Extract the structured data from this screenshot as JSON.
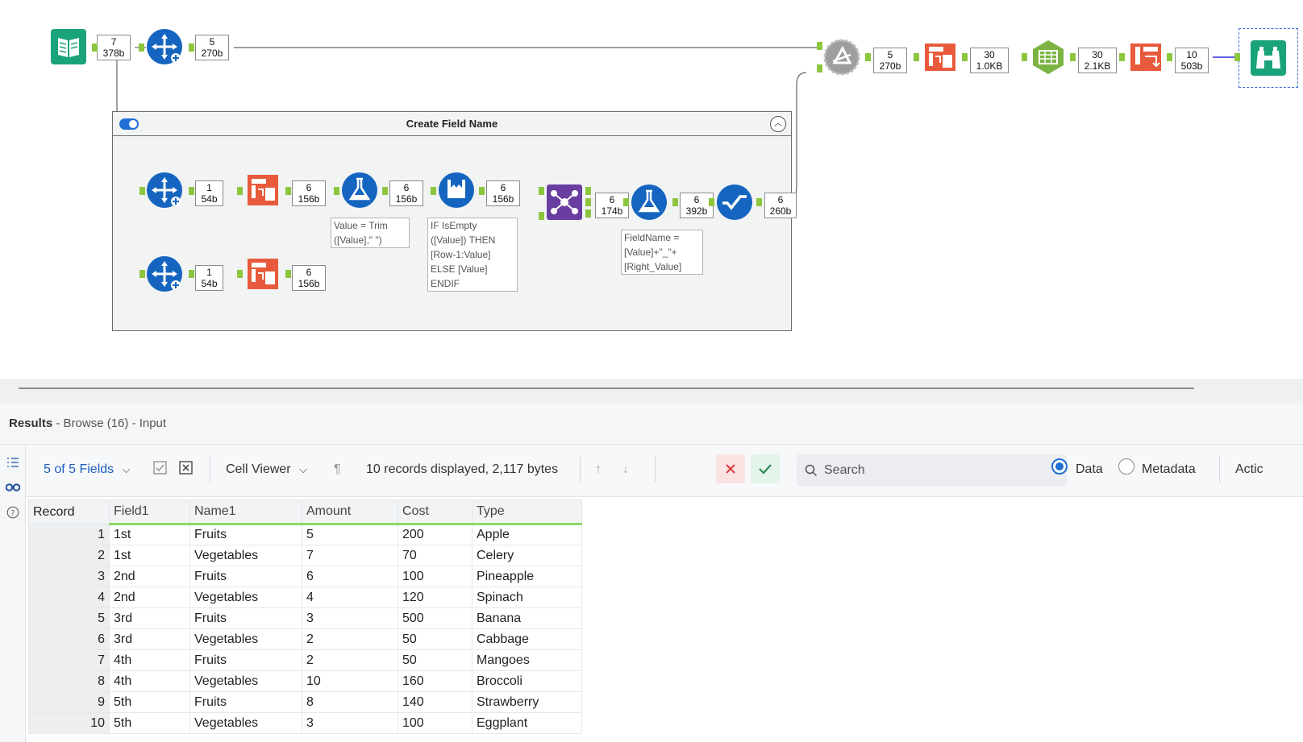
{
  "workflow": {
    "container_title": "Create Field Name",
    "badges": {
      "input": [
        "7",
        "378b"
      ],
      "select_top": [
        "5",
        "270b"
      ],
      "union": [
        "5",
        "270b"
      ],
      "crosstab": [
        "30",
        "1.0KB"
      ],
      "table": [
        "30",
        "2.1KB"
      ],
      "transpose": [
        "10",
        "503b"
      ],
      "select_a": [
        "1",
        "54b"
      ],
      "record_a": [
        "6",
        "156b"
      ],
      "formula_a": [
        "6",
        "156b"
      ],
      "multirow": [
        "6",
        "156b"
      ],
      "select_b": [
        "1",
        "54b"
      ],
      "record_b": [
        "6",
        "156b"
      ],
      "join": [
        "6",
        "174b"
      ],
      "formula_b": [
        "6",
        "392b"
      ],
      "summarize": [
        "6",
        "260b"
      ]
    },
    "notes": {
      "formula_a": "Value = Trim\n([Value],\" \")",
      "multirow": "IF IsEmpty\n([Value]) THEN\n[Row-1:Value]\nELSE [Value]\nENDIF",
      "formula_b": "FieldName =\n[Value]+\"_\"+\n[Right_Value]"
    },
    "icons": {
      "input": "book-icon",
      "select": "crosshair-move-icon",
      "union": "gear-union-icon",
      "crosstab": "crosstab-icon",
      "table": "hexagon-table-icon",
      "transpose": "transpose-icon",
      "browse": "binoculars-icon",
      "formula": "flask-icon",
      "multirow": "multirow-formula-icon",
      "join": "join-network-icon",
      "summarize": "summarize-check-icon",
      "record": "record-id-icon"
    },
    "colors": {
      "anchor": "#8cc63f",
      "blue_tool": "#1565c0",
      "red_tool": "#e85a3c",
      "green_tool": "#7cb342",
      "teal_input": "#1aa37a",
      "purple_join": "#6a3ea1",
      "union_gray": "#9e9e9e"
    }
  },
  "results": {
    "title_bold": "Results",
    "title_rest": " - Browse (16) - Input",
    "fields_selector": "5 of 5 Fields",
    "cell_viewer": "Cell Viewer",
    "records_info": "10 records displayed, 2,117 bytes",
    "search_placeholder": "Search",
    "radio_data": "Data",
    "radio_metadata": "Metadata",
    "actions_label": "Actic",
    "columns": [
      "Record",
      "Field1",
      "Name1",
      "Amount",
      "Cost",
      "Type"
    ],
    "rows": [
      [
        "1",
        "1st",
        "Fruits",
        "5",
        "200",
        "Apple"
      ],
      [
        "2",
        "1st",
        "Vegetables",
        "7",
        "70",
        "Celery"
      ],
      [
        "3",
        "2nd",
        "Fruits",
        "6",
        "100",
        "Pineapple"
      ],
      [
        "4",
        "2nd",
        "Vegetables",
        "4",
        "120",
        "Spinach"
      ],
      [
        "5",
        "3rd",
        "Fruits",
        "3",
        "500",
        "Banana"
      ],
      [
        "6",
        "3rd",
        "Vegetables",
        "2",
        "50",
        "Cabbage"
      ],
      [
        "7",
        "4th",
        "Fruits",
        "2",
        "50",
        "Mangoes"
      ],
      [
        "8",
        "4th",
        "Vegetables",
        "10",
        "160",
        "Broccoli"
      ],
      [
        "9",
        "5th",
        "Fruits",
        "8",
        "140",
        "Strawberry"
      ],
      [
        "10",
        "5th",
        "Vegetables",
        "3",
        "100",
        "Eggplant"
      ]
    ]
  }
}
